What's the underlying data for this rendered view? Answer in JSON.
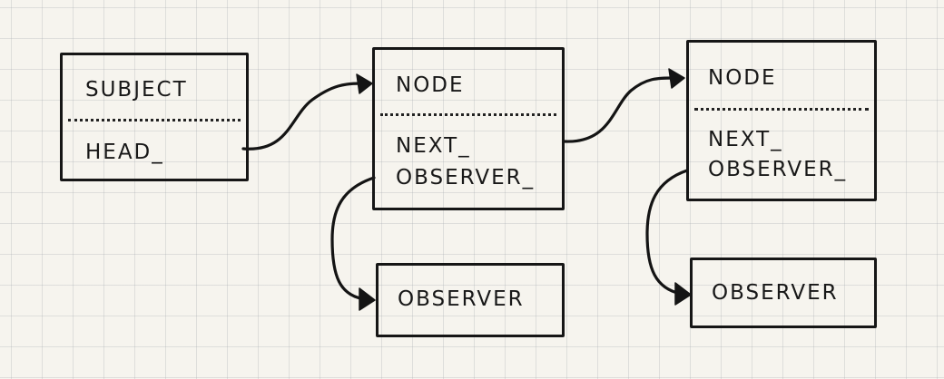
{
  "subject": {
    "title": "SUBJECT",
    "field": "HEAD_"
  },
  "nodes": [
    {
      "title": "NODE",
      "field_next": "NEXT_",
      "field_observer": "OBSERVER_",
      "observer_label": "OBSERVER"
    },
    {
      "title": "NODE",
      "field_next": "NEXT_",
      "field_observer": "OBSERVER_",
      "observer_label": "OBSERVER"
    }
  ]
}
